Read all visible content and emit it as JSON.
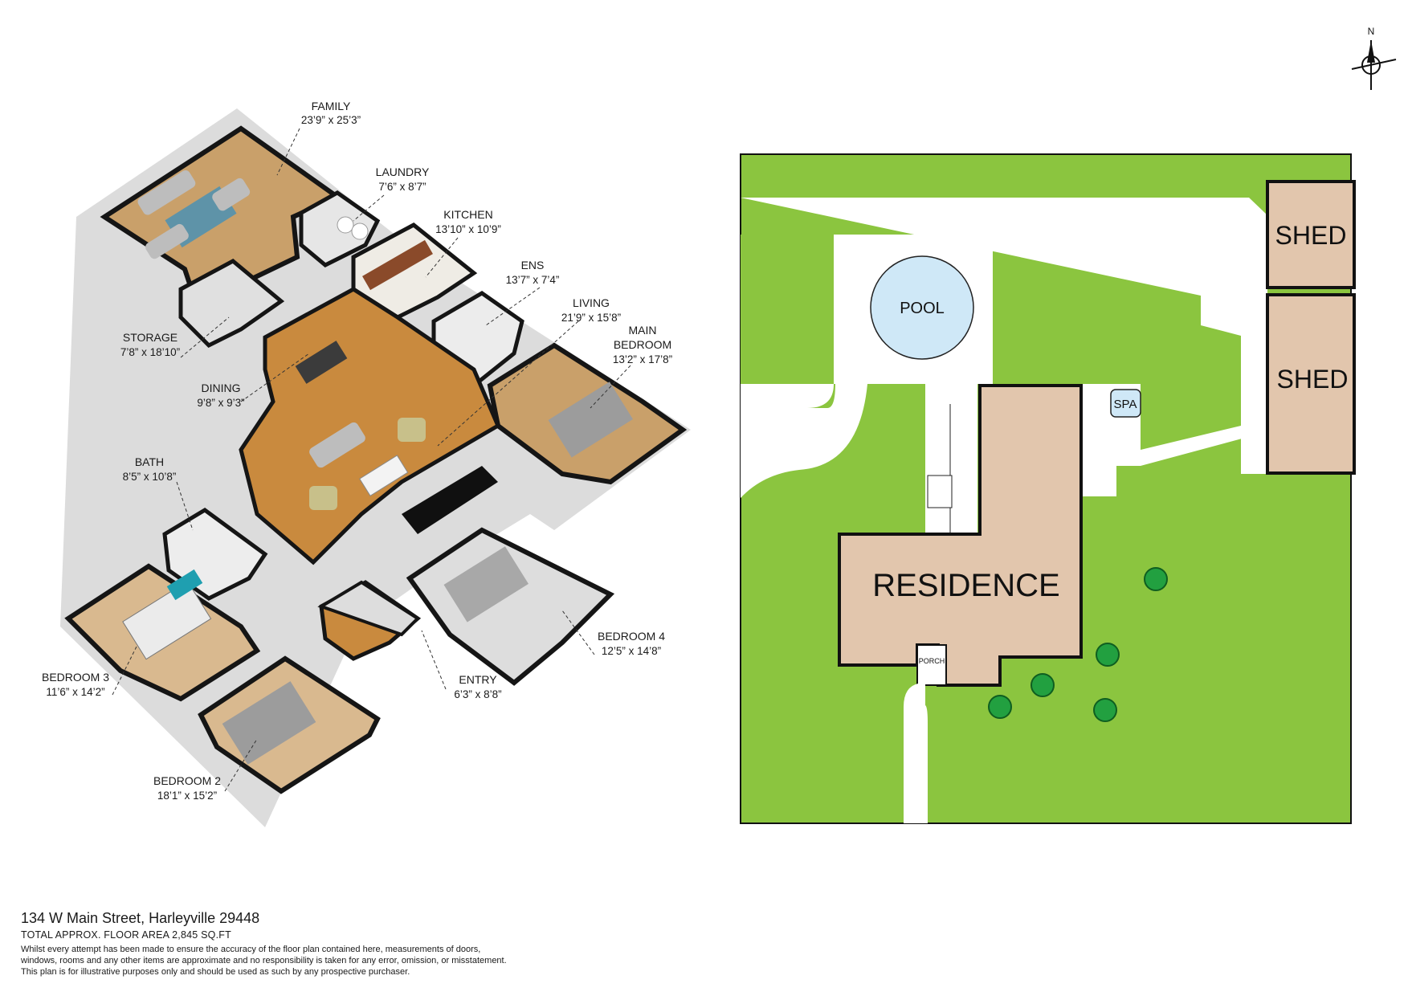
{
  "compass": {
    "label": "N"
  },
  "rooms": [
    {
      "id": "family",
      "name": "FAMILY",
      "dims": "23’9” x 25’3”"
    },
    {
      "id": "laundry",
      "name": "LAUNDRY",
      "dims": "7’6” x 8’7”"
    },
    {
      "id": "kitchen",
      "name": "KITCHEN",
      "dims": "13’10” x 10’9”"
    },
    {
      "id": "ens",
      "name": "ENS",
      "dims": "13’7” x 7’4”"
    },
    {
      "id": "living",
      "name": "LIVING",
      "dims": "21’9” x 15’8”"
    },
    {
      "id": "main-bedroom",
      "name_line1": "MAIN",
      "name_line2": "BEDROOM",
      "dims": "13’2” x 17’8”"
    },
    {
      "id": "storage",
      "name": "STORAGE",
      "dims": "7’8” x 18’10”"
    },
    {
      "id": "dining",
      "name": "DINING",
      "dims": "9’8” x 9’3”"
    },
    {
      "id": "bath",
      "name": "BATH",
      "dims": "8’5” x 10’8”"
    },
    {
      "id": "bedroom-4",
      "name": "BEDROOM 4",
      "dims": "12’5” x 14’8”"
    },
    {
      "id": "bedroom-3",
      "name": "BEDROOM 3",
      "dims": "11’6” x 14’2”"
    },
    {
      "id": "entry",
      "name": "ENTRY",
      "dims": "6’3” x 8’8”"
    },
    {
      "id": "bedroom-2",
      "name": "BEDROOM 2",
      "dims": "18’1” x 15’2”"
    }
  ],
  "site_plan": {
    "pool": "POOL",
    "spa": "SPA",
    "shed_1": "SHED",
    "shed_2": "SHED",
    "residence": "RESIDENCE",
    "porch": "PORCH",
    "colors": {
      "lawn": "#8bc53f",
      "building": "#e2c6ad",
      "pool": "#cfe8f7",
      "path": "#ffffff",
      "tree": "#22a040"
    }
  },
  "floor_colors": {
    "wood": "#c98a3e",
    "carpet": "#d9b98f",
    "tile": "#e9e9e9",
    "wall": "#151515"
  },
  "footer": {
    "address": "134 W Main Street, Harleyville 29448",
    "area": "TOTAL APPROX. FLOOR AREA 2,845 SQ.FT",
    "disclaimer_1": "Whilst every attempt has been made to ensure the accuracy of the floor plan contained here, measurements of doors,",
    "disclaimer_2": "windows, rooms and any other items are approximate and no responsibility is taken for any error, omission, or misstatement.",
    "disclaimer_3": "This plan is for illustrative purposes only and should be used as such by any prospective purchaser."
  }
}
